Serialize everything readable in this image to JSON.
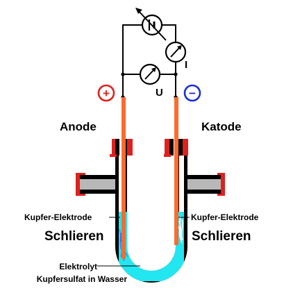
{
  "colors": {
    "plus": "#e0201c",
    "minus": "#1a2fd6",
    "electrode": "#ff6a2e",
    "electrolyte": "#22e6f0",
    "glass": "#000000",
    "seal": "#e0201c",
    "gray": "#b8b8b8",
    "schlieren_anode": "#2b63ff",
    "schlieren_cathode": "#d8f4f4"
  },
  "icons": {
    "plus": "plus-sign",
    "minus": "minus-sign",
    "meter": "meter-arrow"
  },
  "labels": {
    "plus_symbol": "+",
    "minus_symbol": "−",
    "current": "I",
    "voltage": "U",
    "anode": "Anode",
    "cathode": "Katode",
    "electrode_left": "Kupfer-Elektrode",
    "electrode_right": "Kupfer-Elektrode",
    "schlieren_left": "Schlieren",
    "schlieren_right": "Schlieren",
    "electrolyte": "Elektrolyt",
    "electrolyte_desc": "Kupfersulfat in Wasser"
  }
}
